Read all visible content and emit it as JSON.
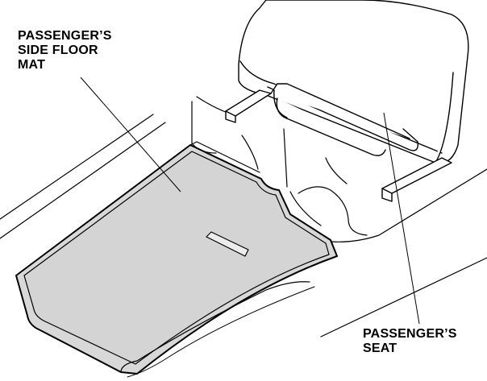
{
  "labels": {
    "floor_mat": [
      "PASSENGER’S",
      "SIDE FLOOR",
      "MAT"
    ],
    "seat": [
      "PASSENGER’S",
      "SEAT"
    ]
  },
  "colors": {
    "ink": "#000000",
    "mat_fill": "#d4d4d4",
    "background": "#ffffff"
  }
}
